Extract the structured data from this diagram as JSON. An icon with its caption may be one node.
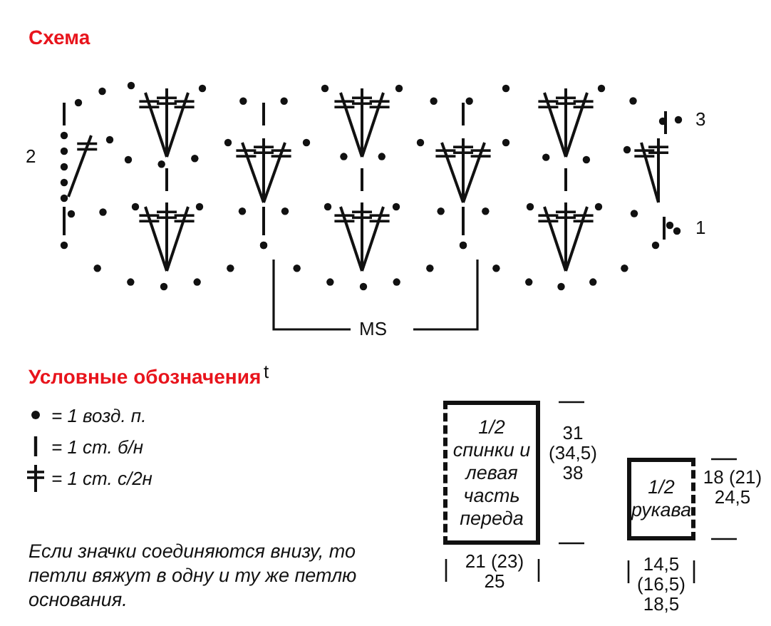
{
  "diagram": {
    "title": "Схема",
    "nodes": [
      {
        "text": [
          "1/2 спинки и левая часть переда"
        ]
      },
      {
        "text": [
          "1/2 рукава"
        ]
      }
    ],
    "labels": [
      "2",
      "3",
      "1",
      "MS",
      "Условные обозначения",
      "t",
      "Если значки соединяются внизу, то петли вяжут в одну и ту же петлю основания.",
      "31 (34,5) 38",
      "21 (23) 25",
      "18 (21) 24,5",
      "14,5 (16,5) 18,5"
    ],
    "legend": [
      {
        "text": "= 1 возд. п."
      },
      {
        "text": "= 1 ст. б/н"
      },
      {
        "text": "= 1 ст. с/2н"
      }
    ]
  }
}
